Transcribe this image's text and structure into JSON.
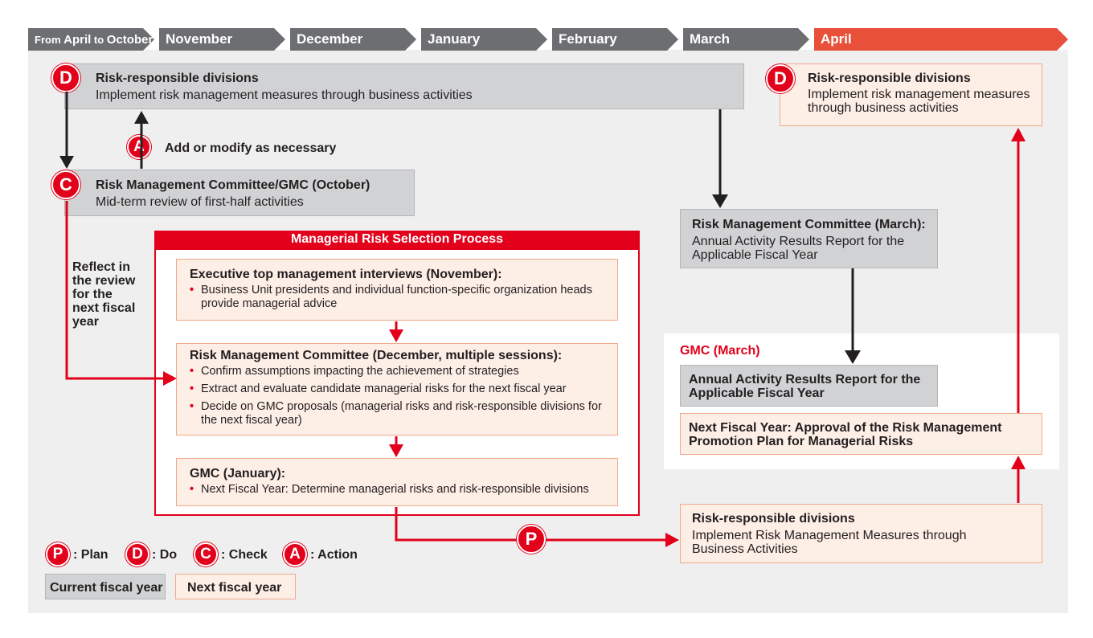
{
  "timeline": [
    {
      "label_small_prefix": "From ",
      "label_main": "April",
      "label_small_mid": " to ",
      "label_end": "October",
      "style": "gray"
    },
    {
      "label": "November",
      "style": "gray"
    },
    {
      "label": "December",
      "style": "gray"
    },
    {
      "label": "January",
      "style": "gray"
    },
    {
      "label": "February",
      "style": "gray"
    },
    {
      "label": "March",
      "style": "gray"
    },
    {
      "label": "April",
      "style": "red"
    }
  ],
  "pdca": {
    "P": "P",
    "D": "D",
    "C": "C",
    "A": "A"
  },
  "do_current": {
    "title": "Risk-responsible divisions",
    "text": "Implement risk management measures through business activities"
  },
  "action_label": "Add or modify as necessary",
  "check_box": {
    "title": "Risk Management Committee/GMC (October)",
    "text": "Mid-term review of first-half activities"
  },
  "reflect_label": [
    "Reflect in",
    "the review",
    "for the",
    "next fiscal",
    "year"
  ],
  "msp": {
    "title": "Managerial Risk Selection Process",
    "step1": {
      "title": "Executive top management interviews (November):",
      "bullets": [
        "Business Unit presidents and individual function-specific organization heads provide managerial advice"
      ]
    },
    "step2": {
      "title": "Risk Management Committee (December, multiple sessions):",
      "bullets": [
        "Confirm assumptions impacting the achievement of strategies",
        "Extract and evaluate candidate managerial risks for the next fiscal year",
        "Decide on GMC proposals (managerial risks and risk-responsible divisions for the next fiscal year)"
      ]
    },
    "step3": {
      "title": "GMC (January):",
      "bullets": [
        "Next Fiscal Year: Determine managerial risks and risk-responsible divisions"
      ]
    }
  },
  "rmc_march": {
    "title": "Risk Management Committee (March):",
    "text": "Annual Activity Results Report for the Applicable Fiscal Year"
  },
  "gmc_march": {
    "label": "GMC (March)",
    "report": "Annual Activity Results Report for the Applicable Fiscal Year",
    "approval": "Next Fiscal Year: Approval of the Risk Management Promotion Plan for Managerial Risks"
  },
  "do_next_plan": {
    "title": "Risk-responsible divisions",
    "text": "Implement Risk Management Measures through Business Activities"
  },
  "do_april": {
    "title": "Risk-responsible divisions",
    "text": "Implement risk management measures through business activities"
  },
  "legend": {
    "plan": ": Plan",
    "do": ": Do",
    "check": ": Check",
    "action": ": Action",
    "current_fiscal_year": "Current fiscal year",
    "next_fiscal_year": "Next fiscal year"
  },
  "colors": {
    "accent_red": "#e2001a",
    "timeline_gray": "#6d6e71",
    "timeline_red": "#e8503a",
    "current_fill": "#d1d2d4",
    "next_fill": "#fdeee6",
    "next_border": "#f1a98a"
  }
}
